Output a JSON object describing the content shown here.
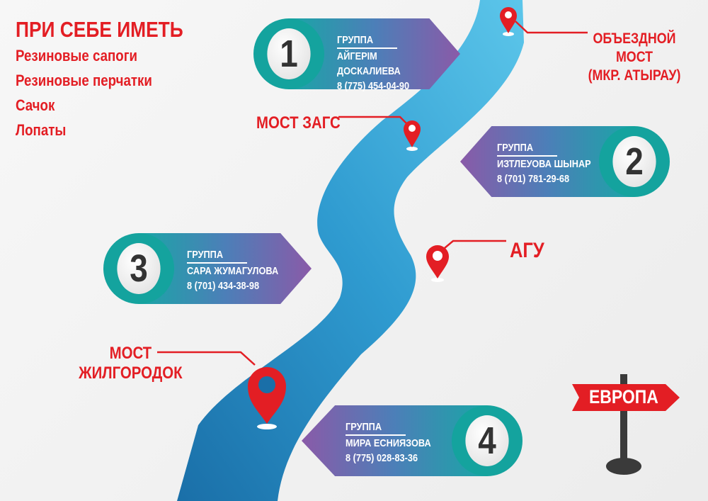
{
  "header": {
    "title": "ПРИ СЕБЕ ИМЕТЬ",
    "items": [
      "Резиновые сапоги",
      "Резиновые перчатки",
      "Сачок",
      "Лопаты"
    ]
  },
  "groups": [
    {
      "number": "1",
      "label": "ГРУППА",
      "leader": "АЙГЕРІМ ДОСКАЛИЕВА",
      "phone": "8 (775) 454-04-90"
    },
    {
      "number": "2",
      "label": "ГРУППА",
      "leader": "ИЗТЛЕУОВА ШЫНАР",
      "phone": "8 (701) 781-29-68"
    },
    {
      "number": "3",
      "label": "ГРУППА",
      "leader": "САРА ЖУМАГУЛОВА",
      "phone": "8 (701) 434-38-98"
    },
    {
      "number": "4",
      "label": "ГРУППА",
      "leader": "МИРА ЕСНИЯЗОВА",
      "phone": "8 (775) 028-83-36"
    }
  ],
  "places": {
    "bypass_line1": "ОБЪЕЗДНОЙ МОСТ",
    "bypass_line2": "(МКР. АТЫРАУ)",
    "zags": "МОСТ ЗАГС",
    "agu": "АГУ",
    "zhil_line1": "МОСТ",
    "zhil_line2": "ЖИЛГОРОДОК",
    "sign": "ЕВРОПА"
  },
  "colors": {
    "accent": "#e31e24",
    "teal": "#14a39e",
    "purple": "#8a5aa8",
    "river": "#3aa6d8"
  }
}
